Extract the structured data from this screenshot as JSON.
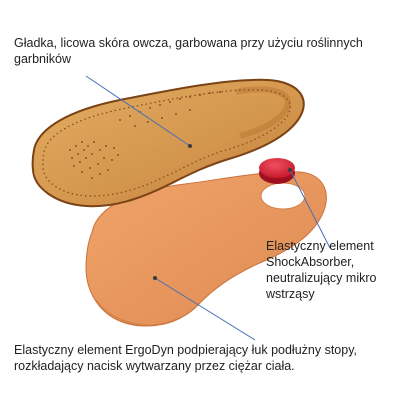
{
  "colors": {
    "leather": "#d79a52",
    "leather_dark": "#a9652a",
    "leather_edge": "#7a4316",
    "foam": "#e99a62",
    "foam_dark": "#c97640",
    "shock_absorber": "#e1253a",
    "leader_line": "#4a6fb5"
  },
  "callouts": {
    "leather_surface": "Gładka, licowa skóra owcza, garbowana przy użyciu roślinnych garbników",
    "shock_absorber": "Elastyczny element ShockAbsorber, neutralizujący mikro wstrząsy",
    "ergodyn": "Elastyczny element ErgoDyn podpierający łuk podłużny stopy, rozkładający nacisk wytwarzany przez ciężar ciała."
  }
}
